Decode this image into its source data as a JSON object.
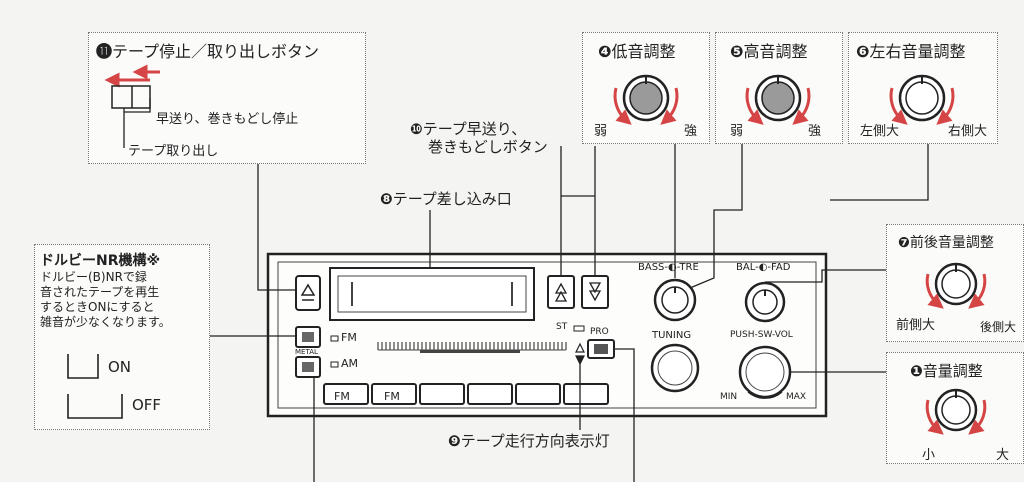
{
  "labels": {
    "n11_num": "⓫",
    "n11_text": "テープ停止／取り出しボタン",
    "n11_ff": "早送り、巻きもどし停止",
    "n11_eject": "テープ取り出し",
    "n10_num": "❿",
    "n10_line1": "テープ早送り、",
    "n10_line2": "巻きもどしボタン",
    "n8_num": "❽",
    "n8_text": "テープ差し込み口",
    "n9_num": "❾",
    "n9_text": "テープ走行方向表示灯",
    "n4_num": "❹",
    "n4_text": "低音調整",
    "n4_left": "弱",
    "n4_right": "強",
    "n5_num": "❺",
    "n5_text": "高音調整",
    "n5_left": "弱",
    "n5_right": "強",
    "n6_num": "❻",
    "n6_text": "左右音量調整",
    "n6_left": "左側大",
    "n6_right": "右側大",
    "n7_num": "❼",
    "n7_text": "前後音量調整",
    "n7_left": "前側大",
    "n7_right": "後側大",
    "n1_num": "❶",
    "n1_text": "音量調整",
    "n1_left": "小",
    "n1_right": "大",
    "dolby_title": "ドルビーNR機構※",
    "dolby_l1": "ドルビー(B)NRで録",
    "dolby_l2": "音されたテープを再生",
    "dolby_l3": "するときONにすると",
    "dolby_l4": "雑音が少なくなります。",
    "dolby_on": "ON",
    "dolby_off": "OFF"
  },
  "panel": {
    "fm": "FM",
    "am": "AM",
    "metal": "METAL",
    "st": "ST",
    "pro": "PRO",
    "bass_tre": "BASS-◐-TRE",
    "bal_fad": "BAL-◐-FAD",
    "tuning": "TUNING",
    "push_vol": "PUSH-SW-VOL",
    "min": "MIN",
    "max": "MAX",
    "preset1": "FM",
    "preset2": "FM"
  }
}
